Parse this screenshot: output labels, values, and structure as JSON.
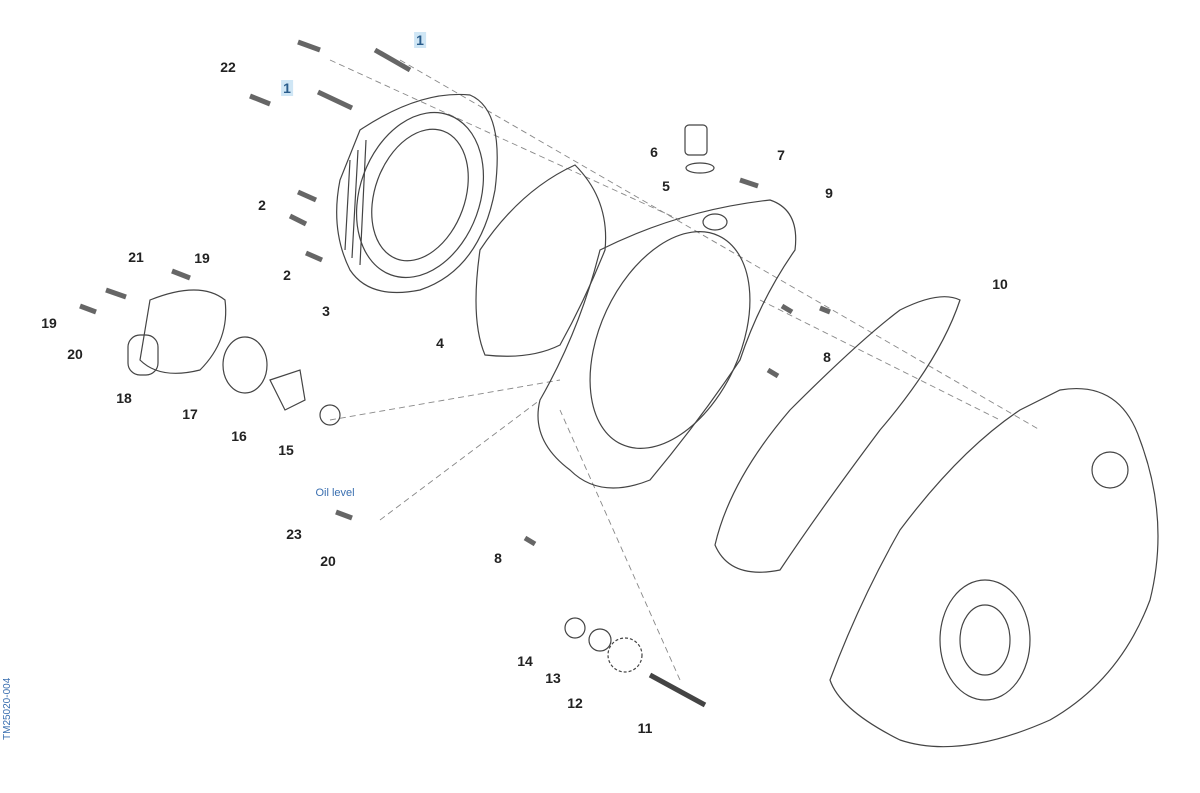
{
  "document_id": "TM25020-004",
  "note": "Oil level",
  "callouts": [
    {
      "id": "c1a",
      "text": "1",
      "highlight": true
    },
    {
      "id": "c1b",
      "text": "1",
      "highlight": true
    },
    {
      "id": "c22",
      "text": "22"
    },
    {
      "id": "c6",
      "text": "6"
    },
    {
      "id": "c7",
      "text": "7"
    },
    {
      "id": "c5",
      "text": "5"
    },
    {
      "id": "c9",
      "text": "9"
    },
    {
      "id": "c2a",
      "text": "2"
    },
    {
      "id": "c2b",
      "text": "2"
    },
    {
      "id": "c3",
      "text": "3"
    },
    {
      "id": "c21",
      "text": "21"
    },
    {
      "id": "c19a",
      "text": "19"
    },
    {
      "id": "c19b",
      "text": "19"
    },
    {
      "id": "c20a",
      "text": "20"
    },
    {
      "id": "c18",
      "text": "18"
    },
    {
      "id": "c17",
      "text": "17"
    },
    {
      "id": "c16",
      "text": "16"
    },
    {
      "id": "c15",
      "text": "15"
    },
    {
      "id": "c4",
      "text": "4"
    },
    {
      "id": "c10",
      "text": "10"
    },
    {
      "id": "c8a",
      "text": "8"
    },
    {
      "id": "c8b",
      "text": "8"
    },
    {
      "id": "c23",
      "text": "23"
    },
    {
      "id": "c20b",
      "text": "20"
    },
    {
      "id": "c14",
      "text": "14"
    },
    {
      "id": "c13",
      "text": "13"
    },
    {
      "id": "c12",
      "text": "12"
    },
    {
      "id": "c11",
      "text": "11"
    }
  ]
}
